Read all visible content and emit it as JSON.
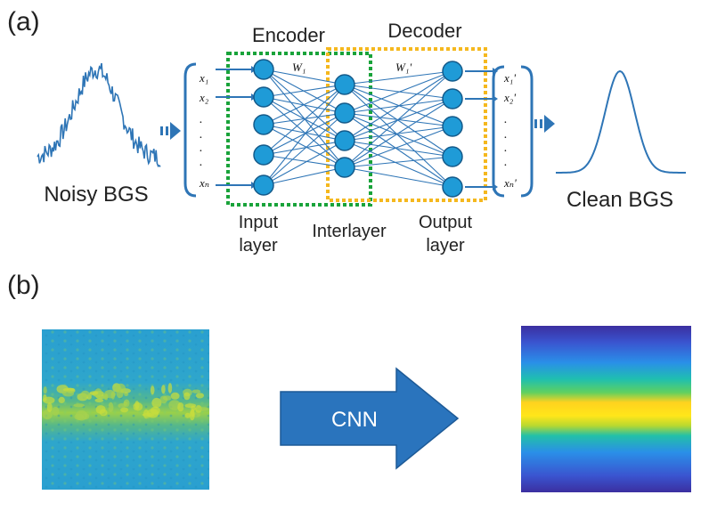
{
  "panels": {
    "a": {
      "label": "(a)"
    },
    "b": {
      "label": "(b)"
    }
  },
  "autoencoder": {
    "encoder_label": "Encoder",
    "decoder_label": "Decoder",
    "input_caption": "Noisy BGS",
    "output_caption": "Clean BGS",
    "input_layer_label": [
      "Input",
      "layer"
    ],
    "interlayer_label": "Interlayer",
    "output_layer_label": [
      "Output",
      "layer"
    ],
    "weight_label_1": "W₁",
    "weight_label_2": "W₁'",
    "input_vector": [
      "x₁",
      "x₂",
      ".",
      ".",
      ".",
      ".",
      "xₙ"
    ],
    "output_vector": [
      "x₁'",
      "x₂'",
      ".",
      ".",
      ".",
      ".",
      "xₙ'"
    ]
  },
  "cnn": {
    "arrow_label": "CNN"
  },
  "colors": {
    "network_blue": "#2e75b6",
    "neuron_fill": "#1f9bd7",
    "encoder_green": "#19a33a",
    "decoder_yellow": "#f5b81e",
    "arrow_blue": "#2a74bd"
  }
}
